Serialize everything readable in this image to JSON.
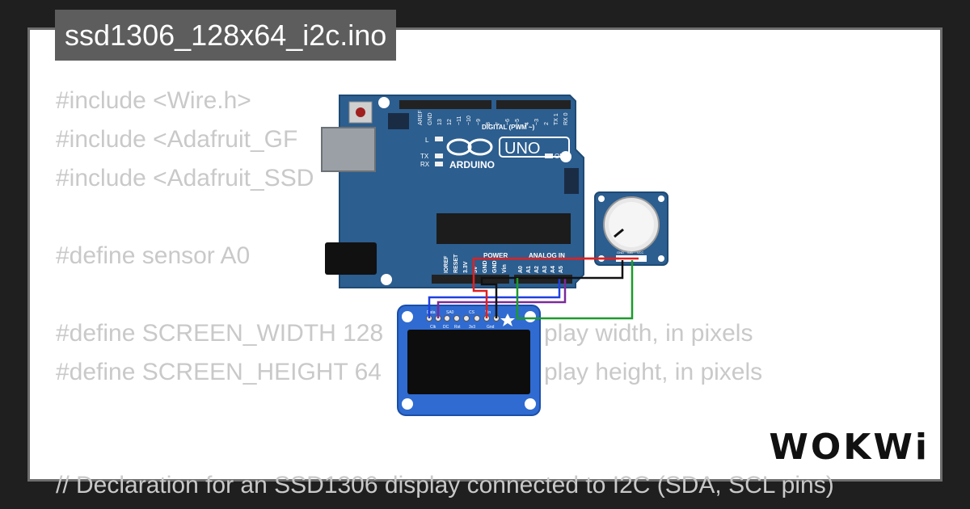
{
  "title": "ssd1306_128x64_i2c.ino",
  "code_lines": [
    "#include <Wire.h>",
    "#include <Adafruit_GF",
    "#include <Adafruit_SSD",
    "",
    "#define sensor A0",
    "",
    "#define SCREEN_WIDTH 128",
    "#define SCREEN_HEIGHT 64",
    "",
    "",
    "// Declaration for an SSD1306 display connected to I2C (SDA, SCL pins)"
  ],
  "code_tail_width": "play width, in pixels",
  "code_tail_height": "play height, in pixels",
  "arduino": {
    "logo": "ARDUINO",
    "model": "UNO",
    "digital": "DIGITAL (PWM ~)",
    "power": "POWER",
    "analog": "ANALOG IN",
    "on": "ON",
    "led_l": "L",
    "tx": "TX",
    "rx": "RX",
    "top_pins": [
      "AREF",
      "GND",
      "13",
      "12",
      "~11",
      "~10",
      "~9",
      "8",
      "7",
      "~6",
      "~5",
      "4",
      "~3",
      "2",
      "TX 1",
      "RX 0"
    ],
    "bottom_pins": [
      "IOREF",
      "RESET",
      "3.3V",
      "5V",
      "GND",
      "GND",
      "Vin",
      "A0",
      "A1",
      "A2",
      "A3",
      "A4",
      "A5"
    ]
  },
  "oled": {
    "top_labels": [
      "Data",
      "SA0",
      "CS",
      "Rst"
    ],
    "bottom_labels": [
      "Clk",
      "DC",
      "Rst",
      "3v3",
      "Gnd"
    ],
    "vin": "Vin"
  },
  "pot": {
    "labels": [
      "GND",
      "SIG",
      "VCC"
    ]
  },
  "colors": {
    "board": "#2c5e8f",
    "oled": "#2f6bd1",
    "wire_red": "#e02020",
    "wire_black": "#111111",
    "wire_green": "#1c9a2c",
    "wire_blue": "#2040e0",
    "wire_purple": "#7a2b9a"
  },
  "logo_text": "WOKWi"
}
